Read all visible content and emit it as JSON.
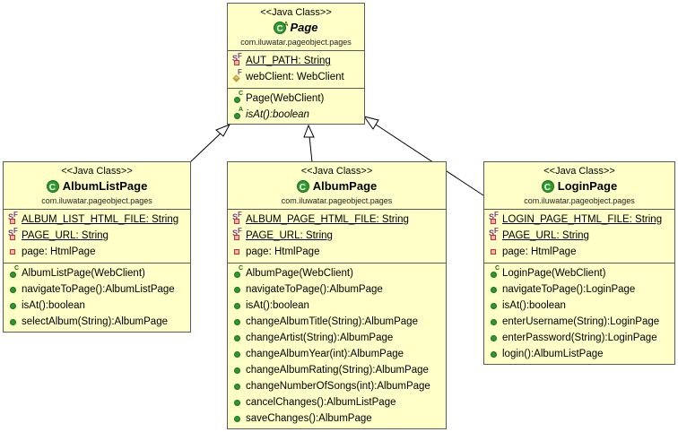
{
  "stereotype": "<<Java Class>>",
  "classes": {
    "page": {
      "name": "Page",
      "package": "com.iluwatar.pageobject.pages",
      "fields": [
        "AUT_PATH: String",
        "webClient: WebClient"
      ],
      "methods": [
        "Page(WebClient)",
        "isAt():boolean"
      ]
    },
    "albumlist": {
      "name": "AlbumListPage",
      "package": "com.iluwatar.pageobject.pages",
      "fields": [
        "ALBUM_LIST_HTML_FILE: String",
        "PAGE_URL: String",
        "page: HtmlPage"
      ],
      "methods": [
        "AlbumListPage(WebClient)",
        "navigateToPage():AlbumListPage",
        "isAt():boolean",
        "selectAlbum(String):AlbumPage"
      ]
    },
    "album": {
      "name": "AlbumPage",
      "package": "com.iluwatar.pageobject.pages",
      "fields": [
        "ALBUM_PAGE_HTML_FILE: String",
        "PAGE_URL: String",
        "page: HtmlPage"
      ],
      "methods": [
        "AlbumPage(WebClient)",
        "navigateToPage():AlbumPage",
        "isAt():boolean",
        "changeAlbumTitle(String):AlbumPage",
        "changeArtist(String):AlbumPage",
        "changeAlbumYear(int):AlbumPage",
        "changeAlbumRating(String):AlbumPage",
        "changeNumberOfSongs(int):AlbumPage",
        "cancelChanges():AlbumListPage",
        "saveChanges():AlbumPage"
      ]
    },
    "login": {
      "name": "LoginPage",
      "package": "com.iluwatar.pageobject.pages",
      "fields": [
        "LOGIN_PAGE_HTML_FILE: String",
        "PAGE_URL: String",
        "page: HtmlPage"
      ],
      "methods": [
        "LoginPage(WebClient)",
        "navigateToPage():LoginPage",
        "isAt():boolean",
        "enterUsername(String):LoginPage",
        "enterPassword(String):LoginPage",
        "login():AlbumListPage"
      ]
    }
  }
}
